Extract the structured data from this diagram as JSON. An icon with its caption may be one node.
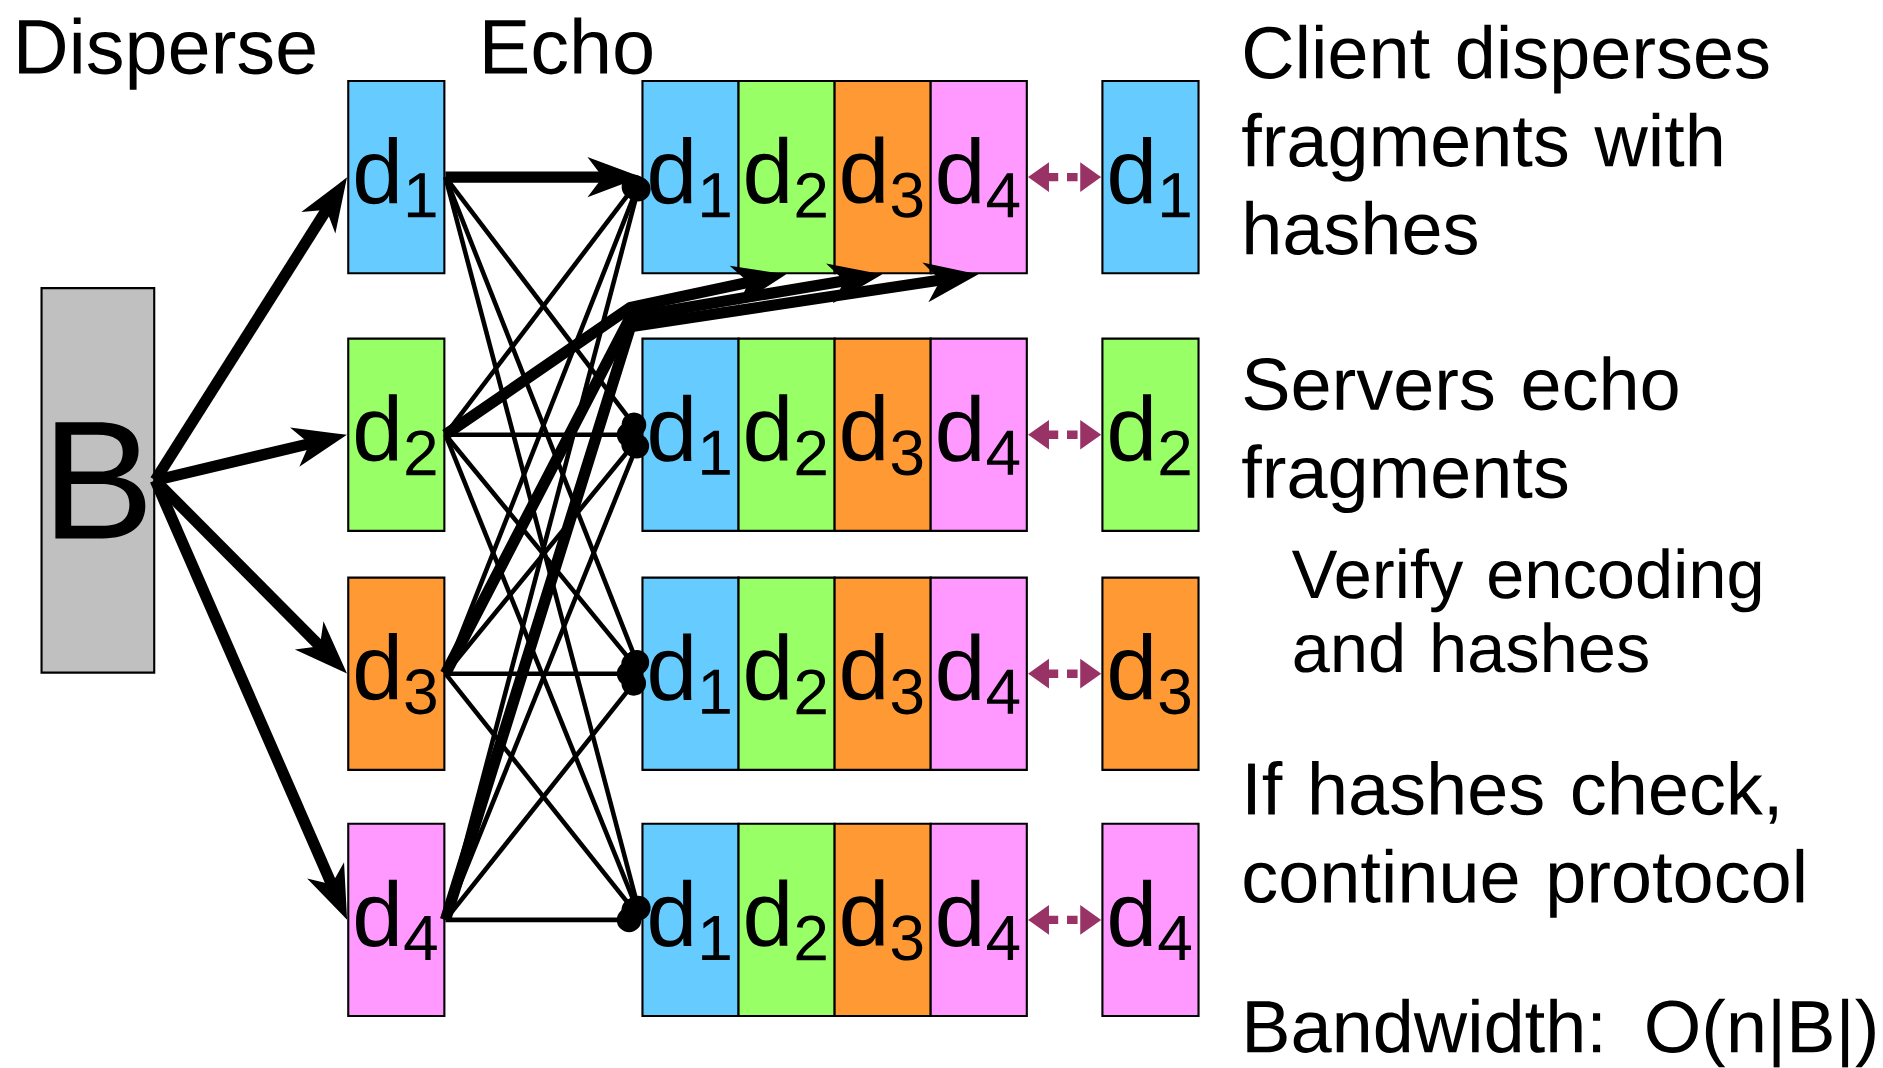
{
  "diagram": {
    "nodes": [
      {
        "text": [
          "B"
        ]
      },
      {
        "text": [
          "d$_{1}$"
        ]
      },
      {
        "text": [
          "d$_{2}$"
        ]
      },
      {
        "text": [
          "d$_{3}$"
        ]
      },
      {
        "text": [
          "d$_{4}$"
        ]
      },
      {
        "text": [
          "d$_{1}$"
        ]
      },
      {
        "text": [
          "d$_{2}$"
        ]
      },
      {
        "text": [
          "d$_{3}$"
        ]
      },
      {
        "text": [
          "d$_{4}$"
        ]
      },
      {
        "text": [
          "d$_{1}$"
        ]
      },
      {
        "text": [
          "d$_{2}$"
        ]
      },
      {
        "text": [
          "d$_{3}$"
        ]
      },
      {
        "text": [
          "d$_{4}$"
        ]
      },
      {
        "text": [
          "d$_{1}$"
        ]
      },
      {
        "text": [
          "d$_{2}$"
        ]
      },
      {
        "text": [
          "d$_{3}$"
        ]
      },
      {
        "text": [
          "d$_{4}$"
        ]
      },
      {
        "text": [
          "d$_{1}$"
        ]
      },
      {
        "text": [
          "d$_{2}$"
        ]
      },
      {
        "text": [
          "d$_{3}$"
        ]
      },
      {
        "text": [
          "d$_{4}$"
        ]
      },
      {
        "text": [
          "d$_{1}$"
        ]
      },
      {
        "text": [
          "d$_{2}$"
        ]
      },
      {
        "text": [
          "d$_{3}$"
        ]
      },
      {
        "text": [
          "d$_{4}$"
        ]
      }
    ],
    "edges": [
      {
        "from": 0,
        "to": 1,
        "arrow": "to",
        "style": "thick"
      },
      {
        "from": 0,
        "to": 2,
        "arrow": "to",
        "style": "thick"
      },
      {
        "from": 0,
        "to": 3,
        "arrow": "to",
        "style": "thick"
      },
      {
        "from": 0,
        "to": 4,
        "arrow": "to",
        "style": "thick"
      },
      {
        "from": 1,
        "to": 5,
        "arrow": "to",
        "style": "thick"
      },
      {
        "from": 1,
        "to": 9,
        "arrow": "other"
      },
      {
        "from": 1,
        "to": 13,
        "arrow": "other"
      },
      {
        "from": 1,
        "to": 17,
        "arrow": "other"
      },
      {
        "from": 2,
        "to": 5,
        "arrow": "other"
      },
      {
        "from": 2,
        "to": 9,
        "arrow": "other"
      },
      {
        "from": 2,
        "to": 13,
        "arrow": "other"
      },
      {
        "from": 2,
        "to": 17,
        "arrow": "other"
      },
      {
        "from": 3,
        "to": 5,
        "arrow": "other"
      },
      {
        "from": 3,
        "to": 9,
        "arrow": "other"
      },
      {
        "from": 3,
        "to": 13,
        "arrow": "other"
      },
      {
        "from": 3,
        "to": 17,
        "arrow": "other"
      },
      {
        "from": 4,
        "to": 5,
        "arrow": "other"
      },
      {
        "from": 4,
        "to": 9,
        "arrow": "other"
      },
      {
        "from": 4,
        "to": 13,
        "arrow": "other"
      },
      {
        "from": 4,
        "to": 17,
        "arrow": "other"
      },
      {
        "from": 2,
        "to": 6,
        "arrow": "to",
        "style": "thick"
      },
      {
        "from": 3,
        "to": 7,
        "arrow": "to",
        "style": "thick"
      },
      {
        "from": 4,
        "to": 8,
        "arrow": "to",
        "style": "thick"
      },
      {
        "from": 8,
        "to": 21,
        "arrow": "both",
        "style": "dashed",
        "color": "#993366"
      },
      {
        "from": 12,
        "to": 22,
        "arrow": "both",
        "style": "dashed",
        "color": "#993366"
      },
      {
        "from": 16,
        "to": 23,
        "arrow": "both",
        "style": "dashed",
        "color": "#993366"
      },
      {
        "from": 20,
        "to": 24,
        "arrow": "both",
        "style": "dashed",
        "color": "#993366"
      }
    ],
    "labels": [
      "Disperse",
      "Echo",
      "Client disperses fragments with hashes",
      "Servers echo fragments",
      "Verify encoding and hashes",
      "If hashes check, continue protocol",
      "Bandwidth: O(n|B|)"
    ]
  }
}
